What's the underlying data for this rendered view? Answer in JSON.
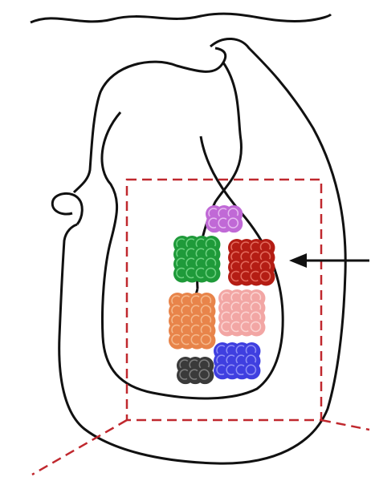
{
  "figure": {
    "outline_color": "#111111",
    "zoom_box_color": "#c0282e",
    "arrow_color": "#111111",
    "arrow_direction": "left",
    "clusters": [
      {
        "id": "purple",
        "color": "#c069d6",
        "dot": "#e6b9f0"
      },
      {
        "id": "green",
        "color": "#1f9a3a",
        "dot": "#6cd07f"
      },
      {
        "id": "red",
        "color": "#b41d14",
        "dot": "#e36a5c"
      },
      {
        "id": "orange",
        "color": "#e8844a",
        "dot": "#f5b98c"
      },
      {
        "id": "pink",
        "color": "#f2a6a4",
        "dot": "#fbd3d1"
      },
      {
        "id": "blue",
        "color": "#3f3fe0",
        "dot": "#8f8ff5"
      },
      {
        "id": "dark-gray",
        "color": "#3a3a3a",
        "dot": "#7d7d7d"
      }
    ]
  }
}
